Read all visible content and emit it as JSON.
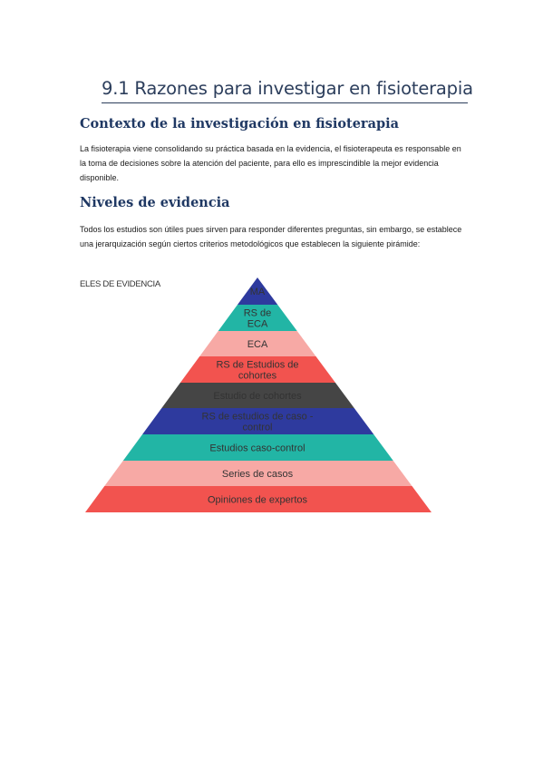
{
  "heading": "9.1 Razones para investigar en fisioterapia",
  "section1": {
    "title": "Contexto de la investigación en fisioterapia",
    "body": "La fisioterapia viene consolidando su práctica basada en la evidencia, el fisioterapeuta es responsable en la toma de decisiones sobre la atención del paciente, para ello es imprescindible la mejor evidencia disponible."
  },
  "section2": {
    "title": "Niveles de evidencia",
    "body": "Todos los estudios son útiles pues sirven para responder diferentes preguntas, sin embargo, se establece una jerarquización según ciertos criterios metodológicos que establecen la siguiente pirámide:"
  },
  "pyramid": {
    "label": "ELES DE EVIDENCIA",
    "levels": [
      {
        "lines": [
          "MA"
        ],
        "color": "#2e3a9e"
      },
      {
        "lines": [
          "RS de",
          "ECA"
        ],
        "color": "#22b5a5"
      },
      {
        "lines": [
          "ECA"
        ],
        "color": "#f7a9a5"
      },
      {
        "lines": [
          "RS de Estudios de",
          "cohortes"
        ],
        "color": "#f2534f"
      },
      {
        "lines": [
          "Estudio de cohortes"
        ],
        "color": "#454545"
      },
      {
        "lines": [
          "RS de estudios de caso -",
          "control"
        ],
        "color": "#2e3a9e"
      },
      {
        "lines": [
          "Estudios caso-control"
        ],
        "color": "#22b5a5"
      },
      {
        "lines": [
          "Series de casos"
        ],
        "color": "#f7a9a5"
      },
      {
        "lines": [
          "Opiniones de expertos"
        ],
        "color": "#f2534f"
      }
    ]
  }
}
